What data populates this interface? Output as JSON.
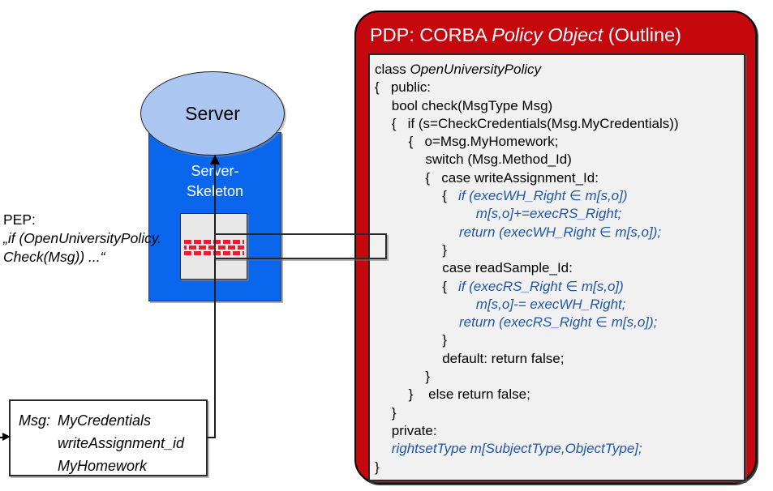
{
  "colors": {
    "pdp_red": "#C5070E",
    "brick_red": "#EE1C2E",
    "skeleton_blue": "#0A66EC",
    "ellipse_blue": "#ABC7F1",
    "code_blue": "#2056A6",
    "panel_gray": "#F1F1F1",
    "box_gray": "#E8E8E8"
  },
  "server": {
    "label": "Server",
    "skeleton_line1": "Server-",
    "skeleton_line2": "Skeleton"
  },
  "pep": {
    "label": "PEP:",
    "quote_line1": "„if (OpenUniversityPolicy.",
    "quote_line2": "Check(Msg)) ...“"
  },
  "msg_box": {
    "label": "Msg:",
    "items": [
      "MyCredentials",
      "writeAssignment_id",
      "MyHomework"
    ]
  },
  "pdp": {
    "title_prefix": "PDP: CORBA ",
    "title_italic": "Policy Object",
    "title_suffix": " (Outline)",
    "code": [
      {
        "indent": 0,
        "parts": [
          {
            "t": "class ",
            "c": "n"
          },
          {
            "t": "OpenUniversityPolicy",
            "c": "i"
          }
        ]
      },
      {
        "indent": 0,
        "parts": [
          {
            "t": "{   public:",
            "c": "n"
          }
        ]
      },
      {
        "indent": 1,
        "parts": [
          {
            "t": "bool check(MsgType Msg)",
            "c": "n"
          }
        ]
      },
      {
        "indent": 1,
        "parts": [
          {
            "t": "{   if (s=CheckCredentials(Msg.MyCredentials))",
            "c": "n"
          }
        ]
      },
      {
        "indent": 2,
        "parts": [
          {
            "t": "{   o=Msg.MyHomework;",
            "c": "n"
          }
        ]
      },
      {
        "indent": 3,
        "parts": [
          {
            "t": "switch (Msg.Method_Id)",
            "c": "n"
          }
        ]
      },
      {
        "indent": 3,
        "parts": [
          {
            "t": "{   case writeAssignment_Id:",
            "c": "n"
          }
        ]
      },
      {
        "indent": 4,
        "parts": [
          {
            "t": "{   ",
            "c": "n"
          },
          {
            "t": "if (execWH_Right ∈ m[s,o])",
            "c": "b"
          }
        ]
      },
      {
        "indent": 6,
        "parts": [
          {
            "t": "m[s,o]+=execRS_Right;",
            "c": "b"
          }
        ]
      },
      {
        "indent": 5,
        "parts": [
          {
            "t": "return (execWH_Right ∈ m[s,o]);",
            "c": "b"
          }
        ]
      },
      {
        "indent": 4,
        "parts": [
          {
            "t": "}",
            "c": "n"
          }
        ]
      },
      {
        "indent": 4,
        "parts": [
          {
            "t": "case readSample_Id:",
            "c": "n"
          }
        ]
      },
      {
        "indent": 4,
        "parts": [
          {
            "t": "{   ",
            "c": "n"
          },
          {
            "t": "if (execRS_Right ∈ m[s,o])",
            "c": "b"
          }
        ]
      },
      {
        "indent": 6,
        "parts": [
          {
            "t": "m[s,o]-= execWH_Right;",
            "c": "b"
          }
        ]
      },
      {
        "indent": 5,
        "parts": [
          {
            "t": "return (execRS_Right ∈ m[s,o]);",
            "c": "b"
          }
        ]
      },
      {
        "indent": 4,
        "parts": [
          {
            "t": "}",
            "c": "n"
          }
        ]
      },
      {
        "indent": 4,
        "parts": [
          {
            "t": "default: return false;",
            "c": "n"
          }
        ]
      },
      {
        "indent": 3,
        "parts": [
          {
            "t": "}",
            "c": "n"
          }
        ]
      },
      {
        "indent": 2,
        "parts": [
          {
            "t": "}    else return false;",
            "c": "n"
          }
        ]
      },
      {
        "indent": 1,
        "parts": [
          {
            "t": "}",
            "c": "n"
          }
        ]
      },
      {
        "indent": 1,
        "parts": [
          {
            "t": "private:",
            "c": "n"
          }
        ]
      },
      {
        "indent": 1,
        "parts": [
          {
            "t": "rightsetType m[SubjectType,ObjectType];",
            "c": "b"
          }
        ]
      },
      {
        "indent": 0,
        "parts": [
          {
            "t": "}",
            "c": "n"
          }
        ]
      }
    ]
  }
}
